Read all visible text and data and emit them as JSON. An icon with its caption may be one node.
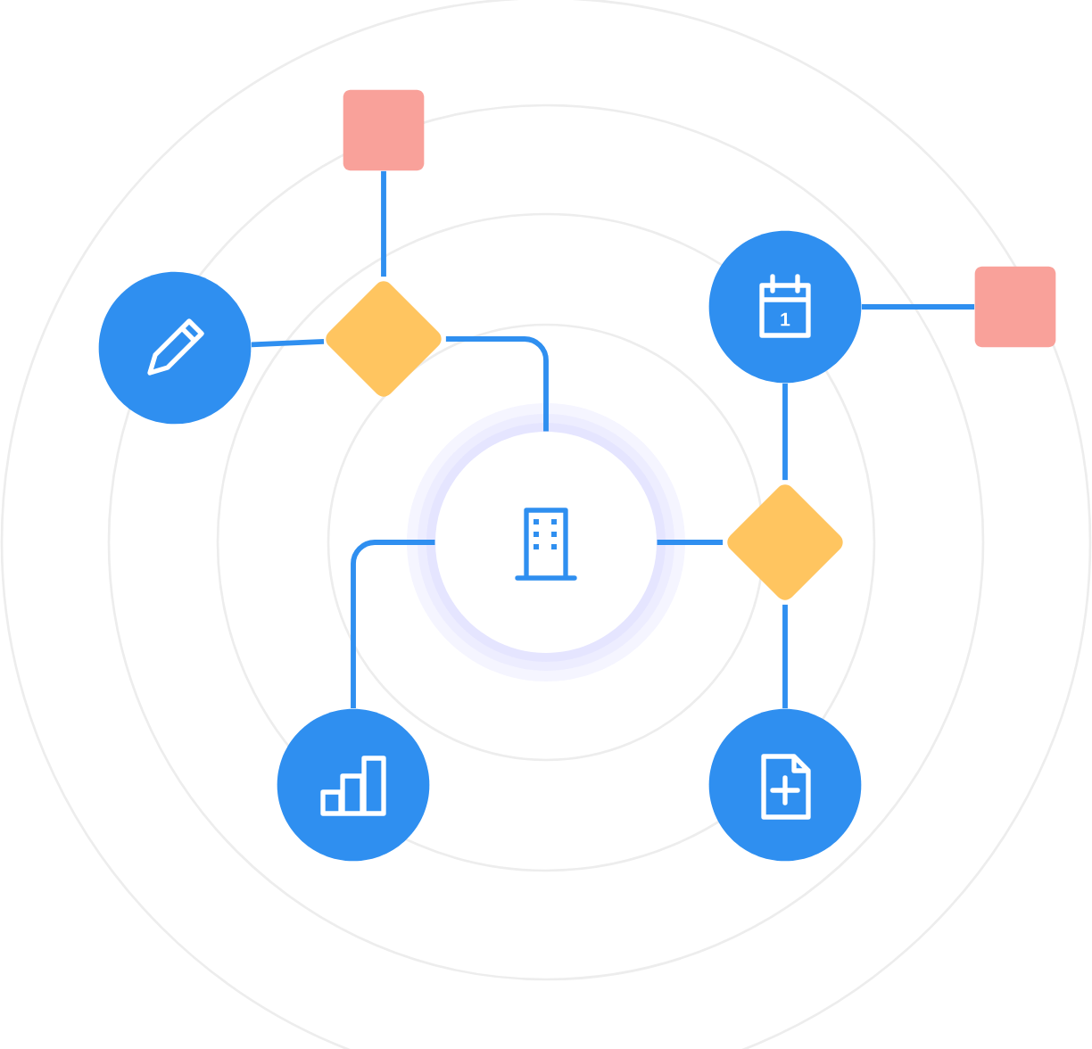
{
  "diagram": {
    "nodes": [
      {
        "text": [],
        "shape": "box"
      },
      {
        "text": [],
        "shape": "circle"
      },
      {
        "text": [],
        "shape": "diamond"
      },
      {
        "text": [],
        "shape": "circle"
      },
      {
        "text": [],
        "shape": "box"
      },
      {
        "text": [],
        "shape": "circle"
      },
      {
        "text": [],
        "shape": "diamond"
      },
      {
        "text": [],
        "shape": "circle"
      },
      {
        "text": [],
        "shape": "circle"
      }
    ],
    "edges": [
      {
        "from": 0,
        "to": 2,
        "arrow": "none"
      },
      {
        "from": 1,
        "to": 2,
        "arrow": "none"
      },
      {
        "from": 2,
        "to": 5,
        "arrow": "none"
      },
      {
        "from": 3,
        "to": 4,
        "arrow": "none"
      },
      {
        "from": 3,
        "to": 6,
        "arrow": "none"
      },
      {
        "from": 5,
        "to": 6,
        "arrow": "none"
      },
      {
        "from": 5,
        "to": 7,
        "arrow": "none"
      },
      {
        "from": 6,
        "to": 8,
        "arrow": "none"
      }
    ],
    "labels": [
      "1"
    ]
  }
}
